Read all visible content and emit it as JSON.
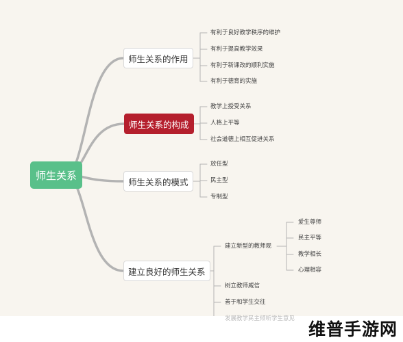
{
  "root": {
    "label": "师生关系"
  },
  "branches": [
    {
      "label": "师生关系的作用",
      "children": [
        "有利于良好教学秩序的维护",
        "有利于提高教学效果",
        "有利于新课改的顺利实施",
        "有利于德育的实施"
      ]
    },
    {
      "label": "师生关系的构成",
      "highlight": true,
      "children": [
        "教学上授受关系",
        "人格上平等",
        "社会道德上相互促进关系"
      ]
    },
    {
      "label": "师生关系的模式",
      "children": [
        "放任型",
        "民主型",
        "专制型"
      ]
    },
    {
      "label": "建立良好的师生关系",
      "children": [
        {
          "label": "建立新型的教师观",
          "children": [
            "爱生尊师",
            "民主平等",
            "教学相长",
            "心理相容"
          ]
        },
        {
          "label": "树立教师威信"
        },
        {
          "label": "善于和学生交往"
        },
        {
          "label": "发展教学民主倾听学生意见",
          "faded": true
        }
      ]
    }
  ],
  "watermark": "维普手游网",
  "colors": {
    "root": "#59c08a",
    "highlight": "#b51f2d",
    "edge": "#b3b3b3",
    "background": "#f8f5ef"
  }
}
